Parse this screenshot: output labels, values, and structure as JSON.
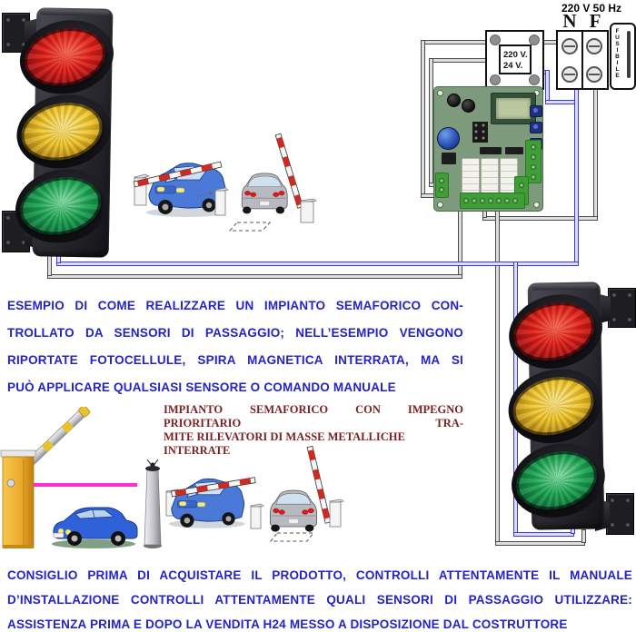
{
  "power": {
    "mains_label": "220 V 50 Hz",
    "terminal_neutral": "N",
    "terminal_phase": "F",
    "fuse_label": "FUSIBILE"
  },
  "transformer": {
    "primary": "220 V.",
    "secondary": "24 V."
  },
  "texts": {
    "top_paragraph": [
      "ESEMPIO DI COME REALIZZARE UN IMPIANTO SEMAFORICO CON-",
      "TROLLATO DA SENSORI DI PASSAGGIO; NELL’ESEMPIO VENGONO",
      "RIPORTATE FOTOCELLULE, SPIRA MAGNETICA INTERRATA, MA SI",
      "PUÒ APPLICARE QUALSIASI SENSORE O COMANDO MANUALE"
    ],
    "mid_caption": [
      "IMPIANTO SEMAFORICO CON IMPEGNO PRIORITARIO TRA-",
      "MITE RILEVATORI DI MASSE METALLICHE INTERRATE"
    ],
    "bottom_paragraph": [
      "CONSIGLIO PRIMA DI ACQUISTARE IL PRODOTTO, CONTROLLI ATTENTAMENTE IL MANUALE",
      "D’INSTALLAZIONE CONTROLLI ATTENTAMENTE QUALI SENSORI DI PASSAGGIO UTILIZZARE:",
      "ASSISTENZA PRIMA E DOPO LA VENDITA H24 MESSO A DISPOSIZIONE DAL COSTRUTTORE"
    ]
  },
  "colors": {
    "text_blue": "#2323C8",
    "text_dark_red": "#7A2222",
    "wire_blue": "#3B3BD0",
    "wire_gray": "#4A4A4A",
    "beam_magenta": "#FF2FD6",
    "pcb_green": "#7D9A7D",
    "barrier_red": "#CC2A22",
    "lamp_red": "#E31F17",
    "lamp_yellow": "#F2C62A",
    "lamp_green": "#1CA653",
    "cabinet_yellow": "#ECA92A"
  }
}
